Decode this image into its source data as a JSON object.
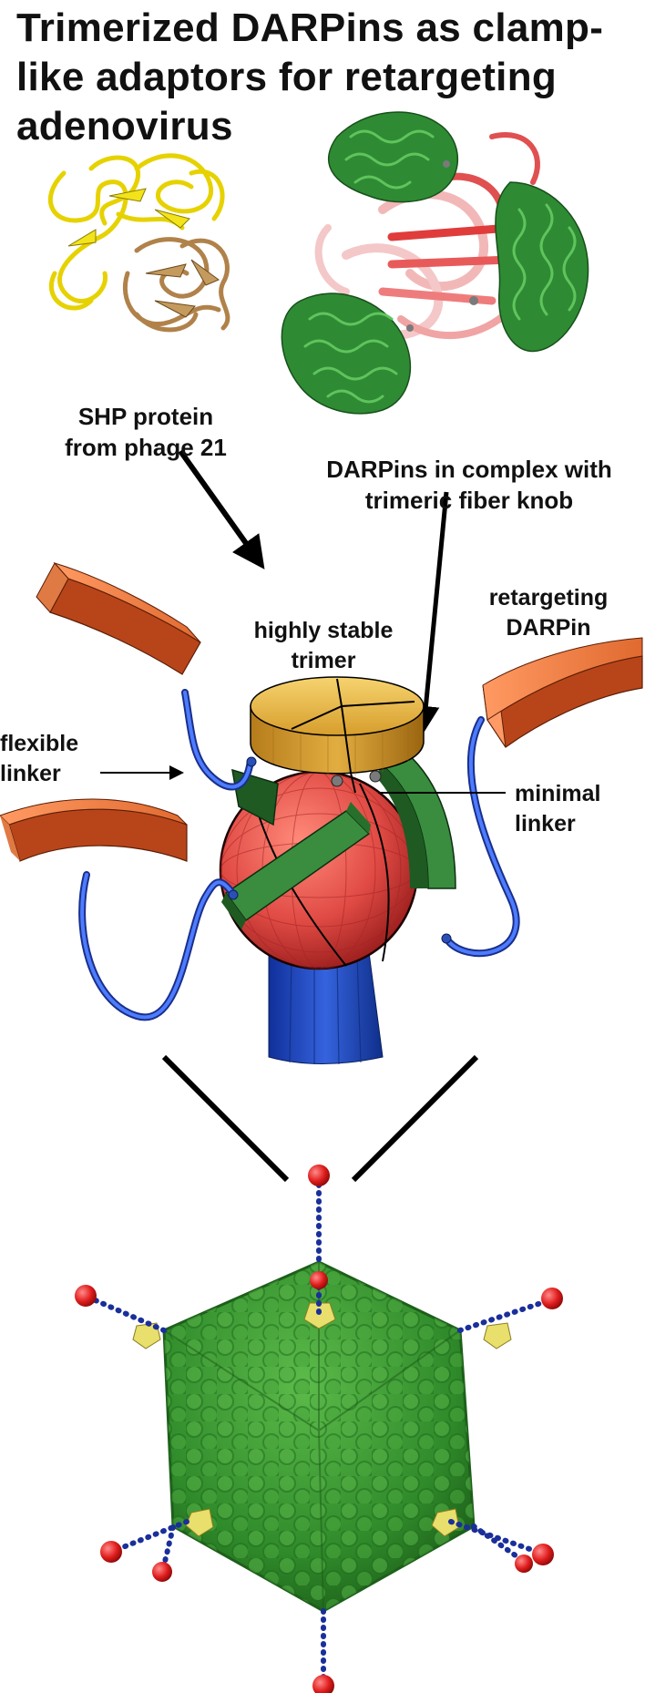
{
  "title_lines": [
    "Trimerized DARPins as clamp-",
    "like adaptors for retargeting",
    "adenovirus"
  ],
  "labels": {
    "shp_line1": "SHP protein",
    "shp_line2": "from phage 21",
    "darpin_complex_line1": "DARPins in  complex with",
    "darpin_complex_line2": "trimeric fiber knob",
    "trimer_line1": "highly stable",
    "trimer_line2": "trimer",
    "retarget_line1": "retargeting",
    "retarget_line2": "DARPin",
    "flexible_line1": "flexible",
    "flexible_line2": "linker",
    "minimal_line1": "minimal",
    "minimal_line2": "linker"
  },
  "colors": {
    "shp_yellow": "#e6d200",
    "shp_brown": "#b0824a",
    "darpin_green": "#2f8a34",
    "knob_red": "#e05050",
    "trimer_gold": "#e9b94a",
    "darpin_orange": "#c4521e",
    "linker_blue": "#2b4fb5",
    "fiber_blue": "#2147c0",
    "capsid_green": "#3f9a36",
    "tip_red": "#e02020"
  }
}
